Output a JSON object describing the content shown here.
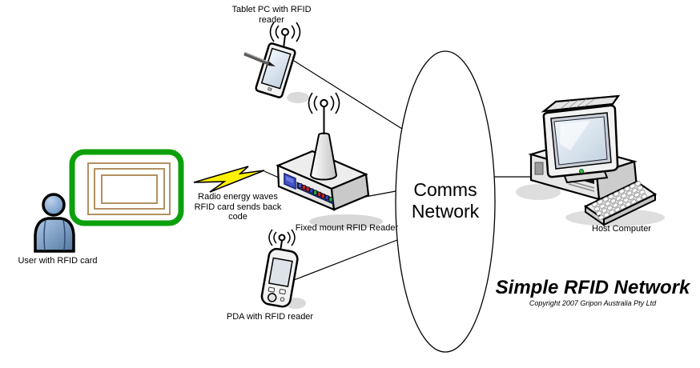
{
  "title": {
    "text": "Simple RFID Network",
    "copyright": "Copyright 2007 Gripon Australia Pty Ltd"
  },
  "labels": {
    "user": "User with RFID card",
    "tablet": "Tablet PC with RFID reader",
    "reader": "Fixed mount RFID Reader",
    "pda": "PDA with RFID reader",
    "host": "Host Computer"
  },
  "network": {
    "line1": "Comms",
    "line2": "Network"
  },
  "annotations": {
    "radio": [
      "Radio energy waves",
      "RFID card sends back",
      "code"
    ]
  },
  "colors": {
    "card_border_green": "#0CA00C",
    "coil_tan": "#B39060",
    "bolt_yellow": "#FFF100",
    "person_blue": "#6D96C8",
    "device_body": "#F2F2F2",
    "screen_blue": "#D9E2EE",
    "led_strip_navy": "#2A3A8F",
    "led_red": "#CC2222",
    "led_green": "#22B133",
    "led_blue": "#3347C0",
    "reader_display_blue": "#4553C8",
    "outline": "#000000"
  }
}
